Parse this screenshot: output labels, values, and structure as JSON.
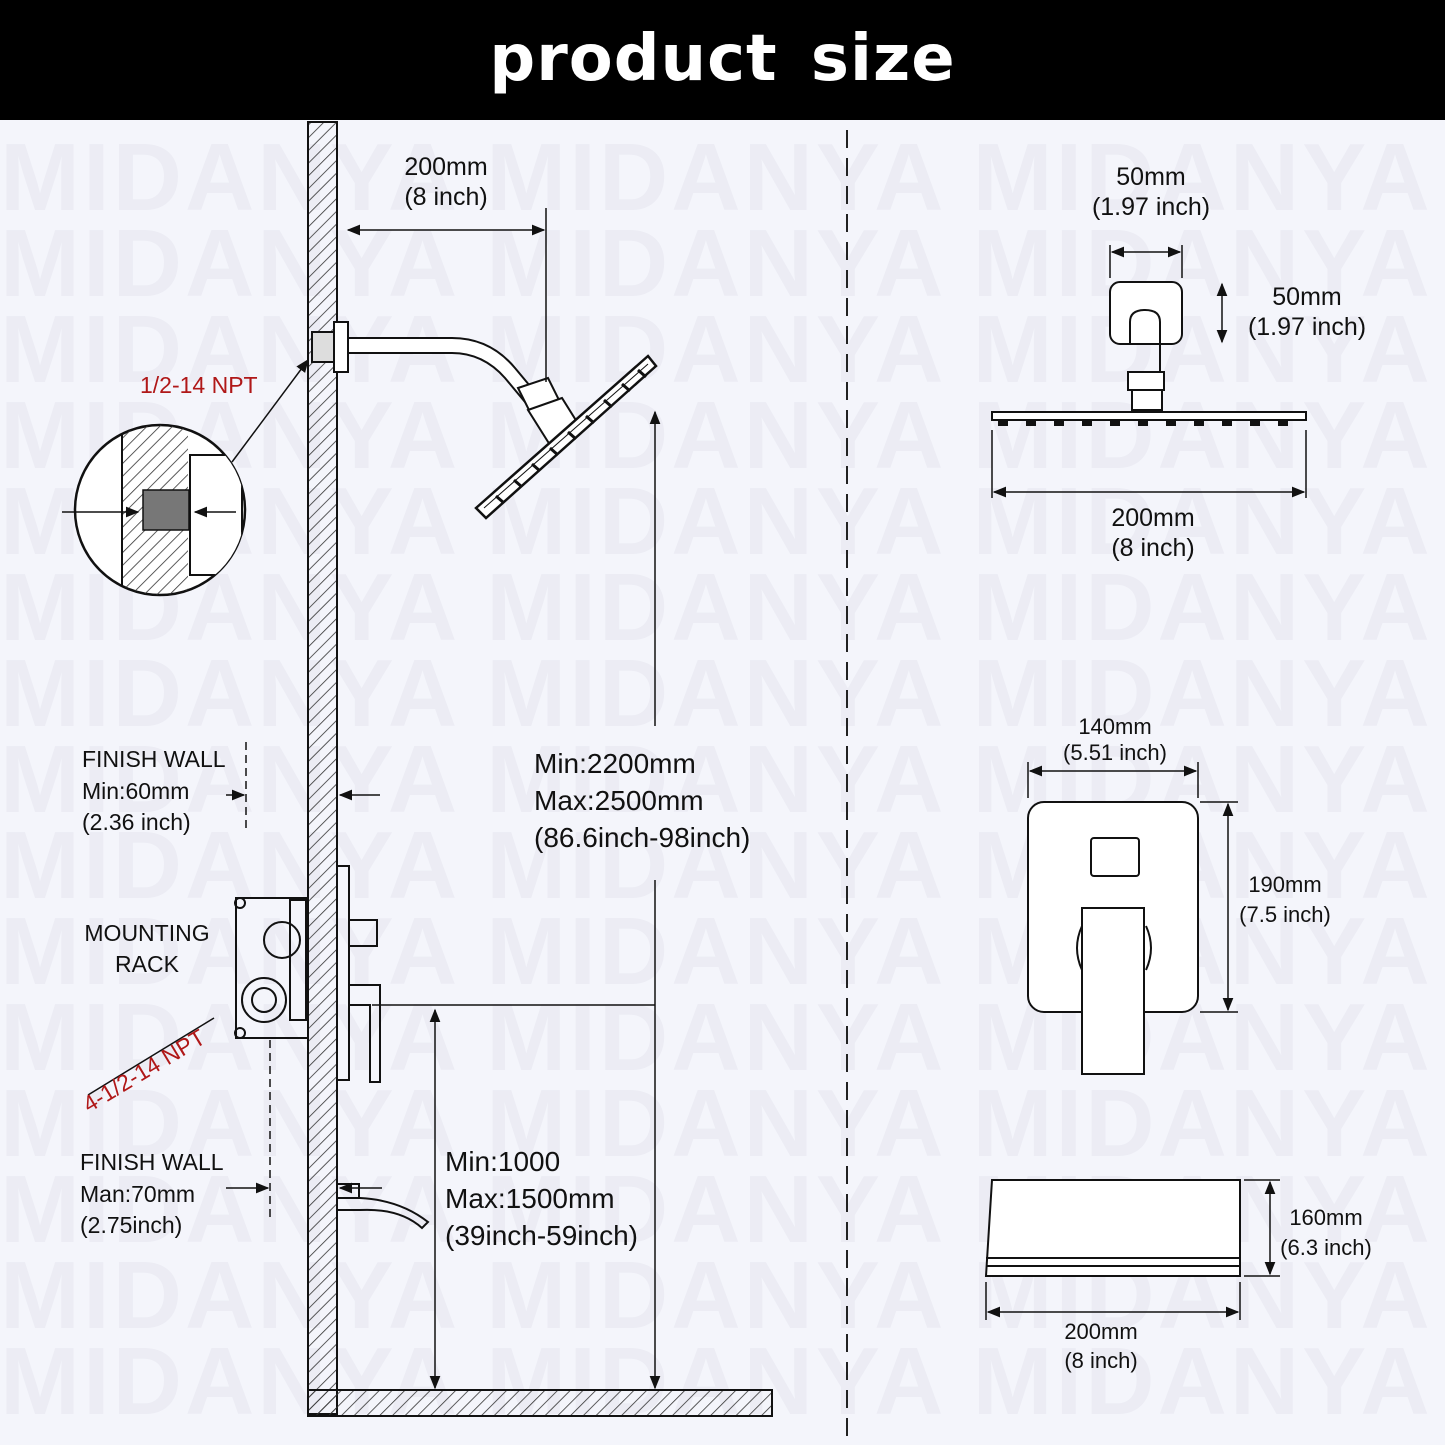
{
  "header": {
    "title": "product size"
  },
  "watermark": {
    "text": "MIDANYA MIDANYA MIDANYA MIDANYA"
  },
  "colors": {
    "banner": "#000000",
    "background": "#f4f5fb",
    "thread_note": "#b01818",
    "line": "#111111"
  },
  "side_view": {
    "arm_reach": {
      "mm": "200mm",
      "inch": "(8 inch)"
    },
    "inlet_thread": "1/2-14 NPT",
    "shower_height": {
      "min": "Min:2200mm",
      "max": "Max:2500mm",
      "inch": "(86.6inch-98inch)"
    },
    "valve_height": {
      "min": "Min:1000",
      "max": "Max:1500mm",
      "inch": "(39inch-59inch)"
    },
    "finish_wall_top": {
      "title": "FINISH WALL",
      "value": "Min:60mm",
      "inch": "(2.36 inch)"
    },
    "mounting_rack": {
      "line1": "MOUNTING",
      "line2": "RACK"
    },
    "valve_thread": "4-1/2-14 NPT",
    "finish_wall_bottom": {
      "title": "FINISH WALL",
      "value": "Man:70mm",
      "inch": "(2.75inch)"
    }
  },
  "front_views": {
    "flange_width": {
      "mm": "50mm",
      "inch": "(1.97 inch)"
    },
    "flange_height": {
      "mm": "50mm",
      "inch": "(1.97 inch)"
    },
    "head_width": {
      "mm": "200mm",
      "inch": "(8 inch)"
    },
    "plate_width": {
      "mm": "140mm",
      "inch": "(5.51 inch)"
    },
    "plate_height": {
      "mm": "190mm",
      "inch": "(7.5 inch)"
    },
    "spout_height": {
      "mm": "160mm",
      "inch": "(6.3 inch)"
    },
    "spout_width": {
      "mm": "200mm",
      "inch": "(8 inch)"
    }
  }
}
